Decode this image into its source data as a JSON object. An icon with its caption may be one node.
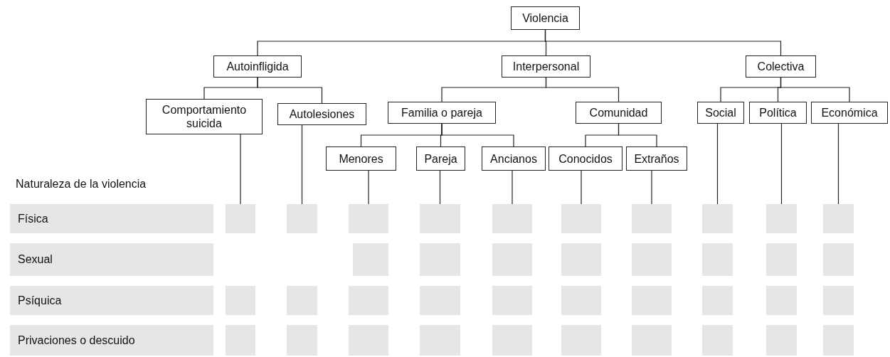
{
  "diagram": {
    "nodes": [
      {
        "text": [
          "Violencia"
        ]
      },
      {
        "text": [
          "Autoinfligida"
        ]
      },
      {
        "text": [
          "Interpersonal"
        ]
      },
      {
        "text": [
          "Colectiva"
        ]
      },
      {
        "text": [
          "Comportamiento suicida"
        ]
      },
      {
        "text": [
          "Autolesiones"
        ]
      },
      {
        "text": [
          "Familia o pareja"
        ]
      },
      {
        "text": [
          "Comunidad"
        ]
      },
      {
        "text": [
          "Social"
        ]
      },
      {
        "text": [
          "Política"
        ]
      },
      {
        "text": [
          "Económica"
        ]
      },
      {
        "text": [
          "Menores"
        ]
      },
      {
        "text": [
          "Pareja"
        ]
      },
      {
        "text": [
          "Ancianos"
        ]
      },
      {
        "text": [
          "Conocidos"
        ]
      },
      {
        "text": [
          "Extraños"
        ]
      },
      {
        "text": [
          "Física"
        ]
      },
      {
        "text": [],
        "shape": "box"
      },
      {
        "text": [],
        "shape": "box"
      },
      {
        "text": [],
        "shape": "box"
      },
      {
        "text": [],
        "shape": "box"
      },
      {
        "text": [],
        "shape": "box"
      },
      {
        "text": [],
        "shape": "box"
      },
      {
        "text": [],
        "shape": "box"
      },
      {
        "text": [],
        "shape": "box"
      },
      {
        "text": [],
        "shape": "box"
      },
      {
        "text": [],
        "shape": "box"
      },
      {
        "text": [
          "Sexual"
        ]
      },
      {
        "text": [],
        "shape": "box"
      },
      {
        "text": [],
        "shape": "box"
      },
      {
        "text": [],
        "shape": "box"
      },
      {
        "text": [],
        "shape": "box"
      },
      {
        "text": [],
        "shape": "box"
      },
      {
        "text": [],
        "shape": "box"
      },
      {
        "text": [],
        "shape": "box"
      },
      {
        "text": [],
        "shape": "box"
      },
      {
        "text": [
          "Psíquica"
        ]
      },
      {
        "text": [],
        "shape": "box"
      },
      {
        "text": [],
        "shape": "box"
      },
      {
        "text": [],
        "shape": "box"
      },
      {
        "text": [],
        "shape": "box"
      },
      {
        "text": [],
        "shape": "box"
      },
      {
        "text": [],
        "shape": "box"
      },
      {
        "text": [],
        "shape": "box"
      },
      {
        "text": [],
        "shape": "box"
      },
      {
        "text": [],
        "shape": "box"
      },
      {
        "text": [],
        "shape": "box"
      },
      {
        "text": [
          "Privaciones o descuido"
        ]
      },
      {
        "text": [],
        "shape": "box"
      },
      {
        "text": [],
        "shape": "box"
      },
      {
        "text": [],
        "shape": "box"
      },
      {
        "text": [],
        "shape": "box"
      },
      {
        "text": [],
        "shape": "box"
      },
      {
        "text": [],
        "shape": "box"
      },
      {
        "text": [],
        "shape": "box"
      },
      {
        "text": [],
        "shape": "box"
      },
      {
        "text": [],
        "shape": "box"
      },
      {
        "text": [],
        "shape": "box"
      }
    ],
    "edges": [
      {
        "from": 0,
        "to": 1,
        "arrow": "none"
      },
      {
        "from": 0,
        "to": 2,
        "arrow": "none"
      },
      {
        "from": 0,
        "to": 3,
        "arrow": "none"
      },
      {
        "from": 1,
        "to": 4,
        "arrow": "none"
      },
      {
        "from": 1,
        "to": 5,
        "arrow": "none"
      },
      {
        "from": 2,
        "to": 6,
        "arrow": "none"
      },
      {
        "from": 2,
        "to": 7,
        "arrow": "none"
      },
      {
        "from": 3,
        "to": 8,
        "arrow": "none"
      },
      {
        "from": 3,
        "to": 9,
        "arrow": "none"
      },
      {
        "from": 3,
        "to": 10,
        "arrow": "none"
      },
      {
        "from": 6,
        "to": 11,
        "arrow": "none"
      },
      {
        "from": 6,
        "to": 12,
        "arrow": "none"
      },
      {
        "from": 6,
        "to": 13,
        "arrow": "none"
      },
      {
        "from": 7,
        "to": 14,
        "arrow": "none"
      },
      {
        "from": 7,
        "to": 15,
        "arrow": "none"
      },
      {
        "from": 4,
        "to": 17,
        "arrow": "none"
      },
      {
        "from": 5,
        "to": 18,
        "arrow": "none"
      },
      {
        "from": 11,
        "to": 19,
        "arrow": "none"
      },
      {
        "from": 12,
        "to": 20,
        "arrow": "none"
      },
      {
        "from": 13,
        "to": 21,
        "arrow": "none"
      },
      {
        "from": 14,
        "to": 22,
        "arrow": "none"
      },
      {
        "from": 15,
        "to": 23,
        "arrow": "none"
      },
      {
        "from": 8,
        "to": 24,
        "arrow": "none"
      },
      {
        "from": 9,
        "to": 25,
        "arrow": "none"
      },
      {
        "from": 10,
        "to": 26,
        "arrow": "none"
      }
    ],
    "labels": [
      "Naturaleza de la violencia"
    ]
  }
}
